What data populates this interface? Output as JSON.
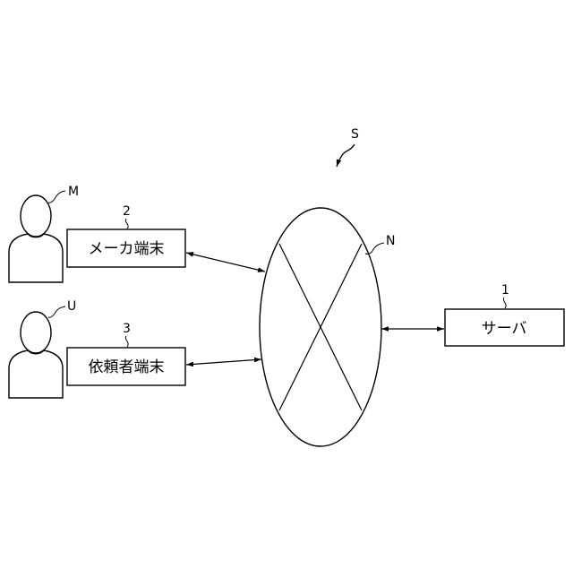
{
  "system_label": "S",
  "network": {
    "ref": "N"
  },
  "server": {
    "ref": "1",
    "label": "サーバ"
  },
  "maker_terminal": {
    "ref": "2",
    "label": "メーカ端末"
  },
  "requester_terminal": {
    "ref": "3",
    "label": "依頼者端末"
  },
  "maker_person": {
    "ref": "M"
  },
  "requester_person": {
    "ref": "U"
  },
  "colors": {
    "stroke": "#000000",
    "background": "#ffffff"
  }
}
